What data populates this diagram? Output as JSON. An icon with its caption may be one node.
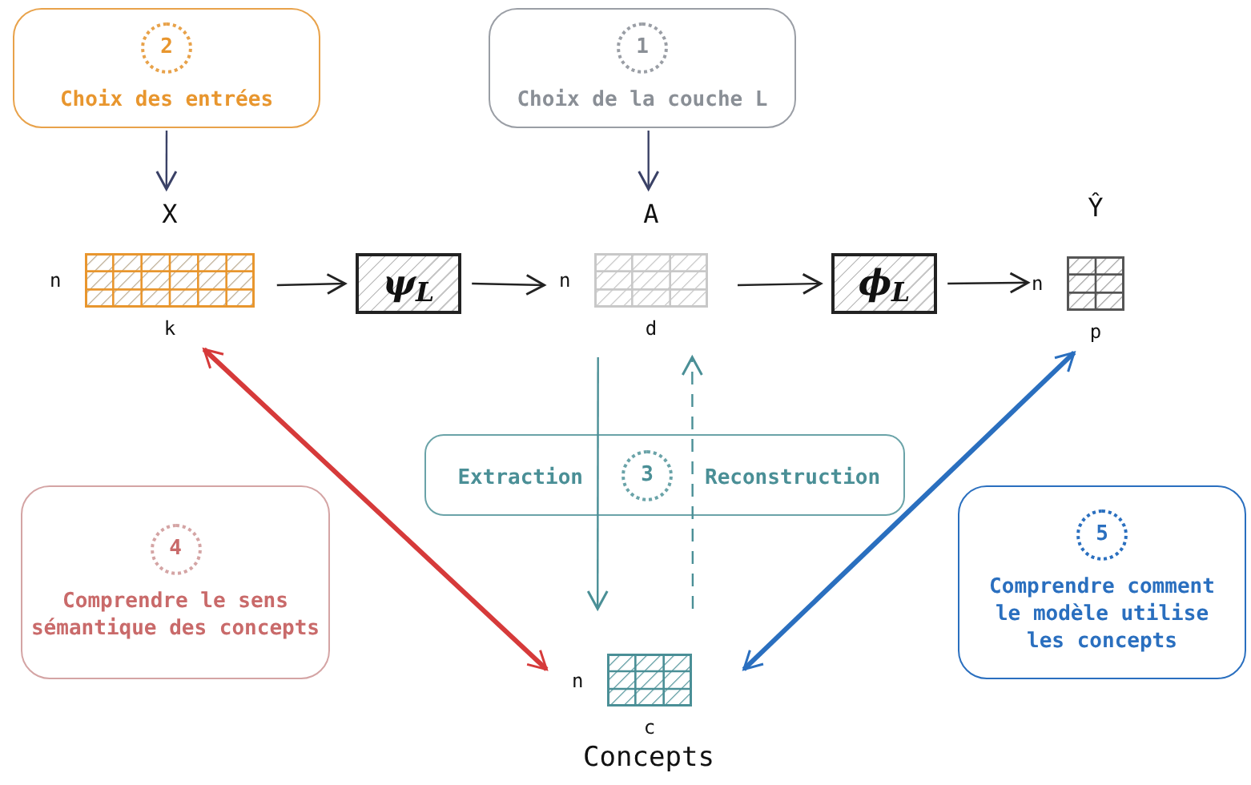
{
  "diagram": {
    "nodes": [
      {
        "text": [
          "2",
          "Choix des entrées"
        ]
      },
      {
        "text": [
          "1",
          "Choix de la couche L"
        ]
      },
      {
        "text": [
          "X"
        ],
        "beside": [
          "n",
          "k"
        ]
      },
      {
        "text": [
          "ψ$_{L}$"
        ]
      },
      {
        "text": [
          "A"
        ],
        "beside": [
          "n",
          "d"
        ]
      },
      {
        "text": [
          "ϕ$_{L}$"
        ]
      },
      {
        "text": [
          "Ŷ"
        ],
        "beside": [
          "n",
          "p"
        ]
      },
      {
        "text": [
          "3"
        ]
      },
      {
        "text": [
          "4",
          "Comprendre le sens sémantique des concepts"
        ]
      },
      {
        "text": [
          "5",
          "Comprendre comment le modèle utilise les concepts"
        ]
      },
      {
        "text": [
          "Concepts"
        ],
        "beside": [
          "n",
          "c"
        ]
      }
    ],
    "edges": [
      {
        "from": 0,
        "to": 2,
        "arrow": "to",
        "color": "#3a4166"
      },
      {
        "from": 1,
        "to": 4,
        "arrow": "to",
        "color": "#3a4166"
      },
      {
        "from": 2,
        "to": 3,
        "arrow": "to"
      },
      {
        "from": 3,
        "to": 4,
        "arrow": "to"
      },
      {
        "from": 4,
        "to": 5,
        "arrow": "to"
      },
      {
        "from": 5,
        "to": 6,
        "arrow": "to"
      },
      {
        "from": 4,
        "to": 10,
        "arrow": "to",
        "label": "Extraction",
        "color": "#4a8f96"
      },
      {
        "from": 10,
        "to": 4,
        "arrow": "to",
        "label": "Reconstruction",
        "style": "dashed",
        "color": "#4a8f96"
      },
      {
        "from": 2,
        "to": 10,
        "arrow": "both",
        "style": "thick",
        "color": "#d63a3a"
      },
      {
        "from": 6,
        "to": 10,
        "arrow": "both",
        "style": "thick",
        "color": "#2a6fbf"
      }
    ]
  }
}
